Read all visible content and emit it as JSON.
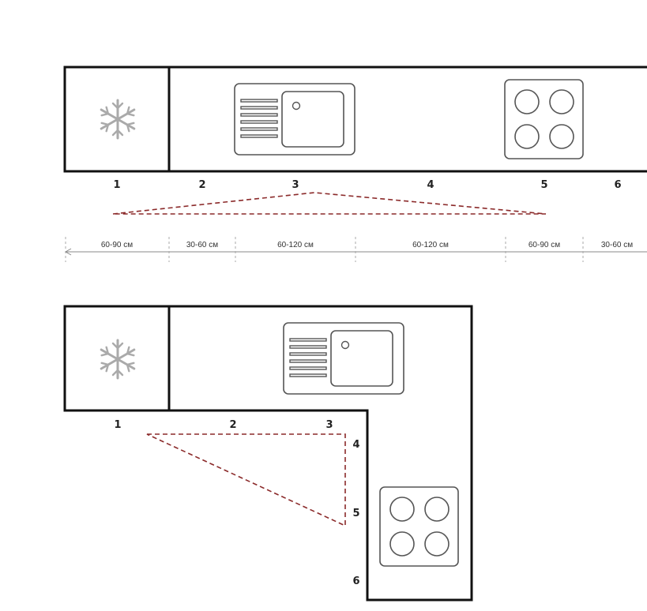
{
  "colors": {
    "outline": "#111111",
    "triangle": "#8b2a2a",
    "snowflake": "#aaaaaa",
    "appliance": "#555555",
    "dim_line": "#888888"
  },
  "linear_layout": {
    "zone_numbers": [
      "1",
      "2",
      "3",
      "4",
      "5",
      "6"
    ],
    "dimensions": [
      "60-90 см",
      "30-60 см",
      "60-120 см",
      "60-120 см",
      "60-90 см",
      "30-60 см"
    ],
    "icons": [
      "snowflake-icon",
      "sink-icon",
      "cooktop-icon"
    ]
  },
  "l_layout": {
    "zone_numbers": [
      "1",
      "2",
      "3",
      "4",
      "5",
      "6"
    ],
    "icons": [
      "snowflake-icon",
      "sink-icon",
      "cooktop-icon"
    ]
  }
}
